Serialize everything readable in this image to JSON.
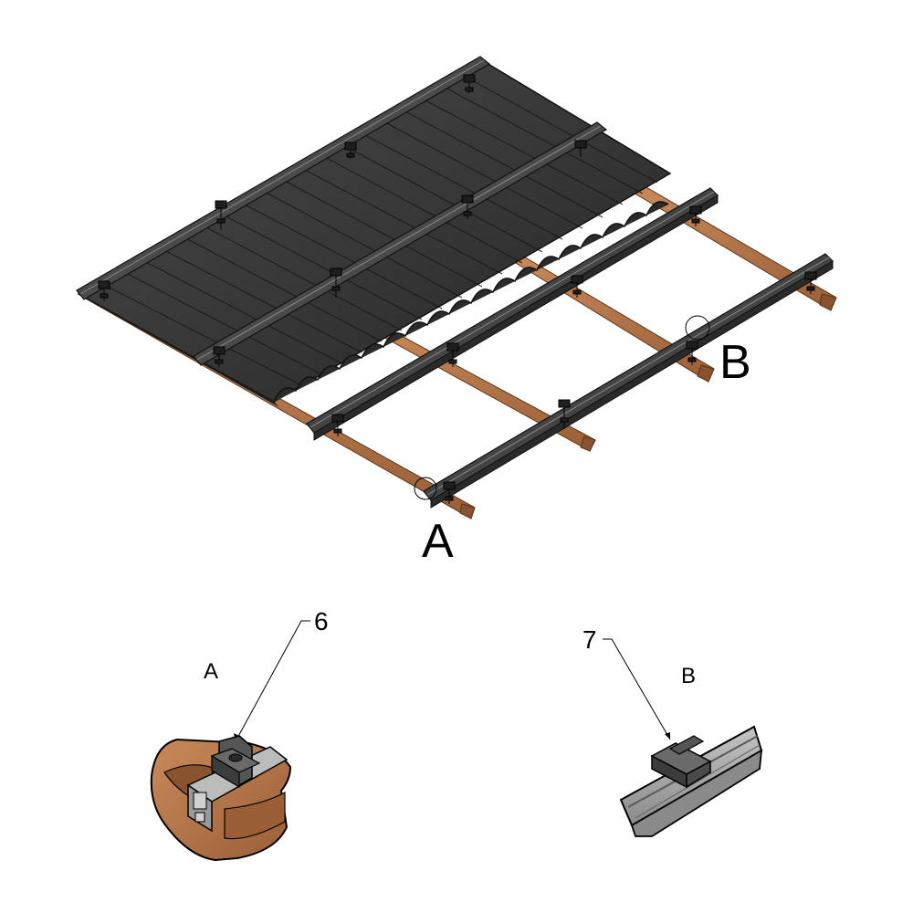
{
  "callouts": {
    "detail_a_main": "A",
    "detail_b_main": "B",
    "detail_a_caption": "A",
    "detail_b_caption": "B",
    "part_6": "6",
    "part_7": "7"
  },
  "colors": {
    "roof_sheet": "#3a3a3a",
    "roof_sheet_dark": "#252525",
    "rail": "#3f3f3f",
    "rail_light": "#6e6e6e",
    "batten": "#b5774a",
    "batten_dark": "#8a5330",
    "clamp": "#4a4a4a",
    "rail_detail": "#a6a6a6"
  }
}
